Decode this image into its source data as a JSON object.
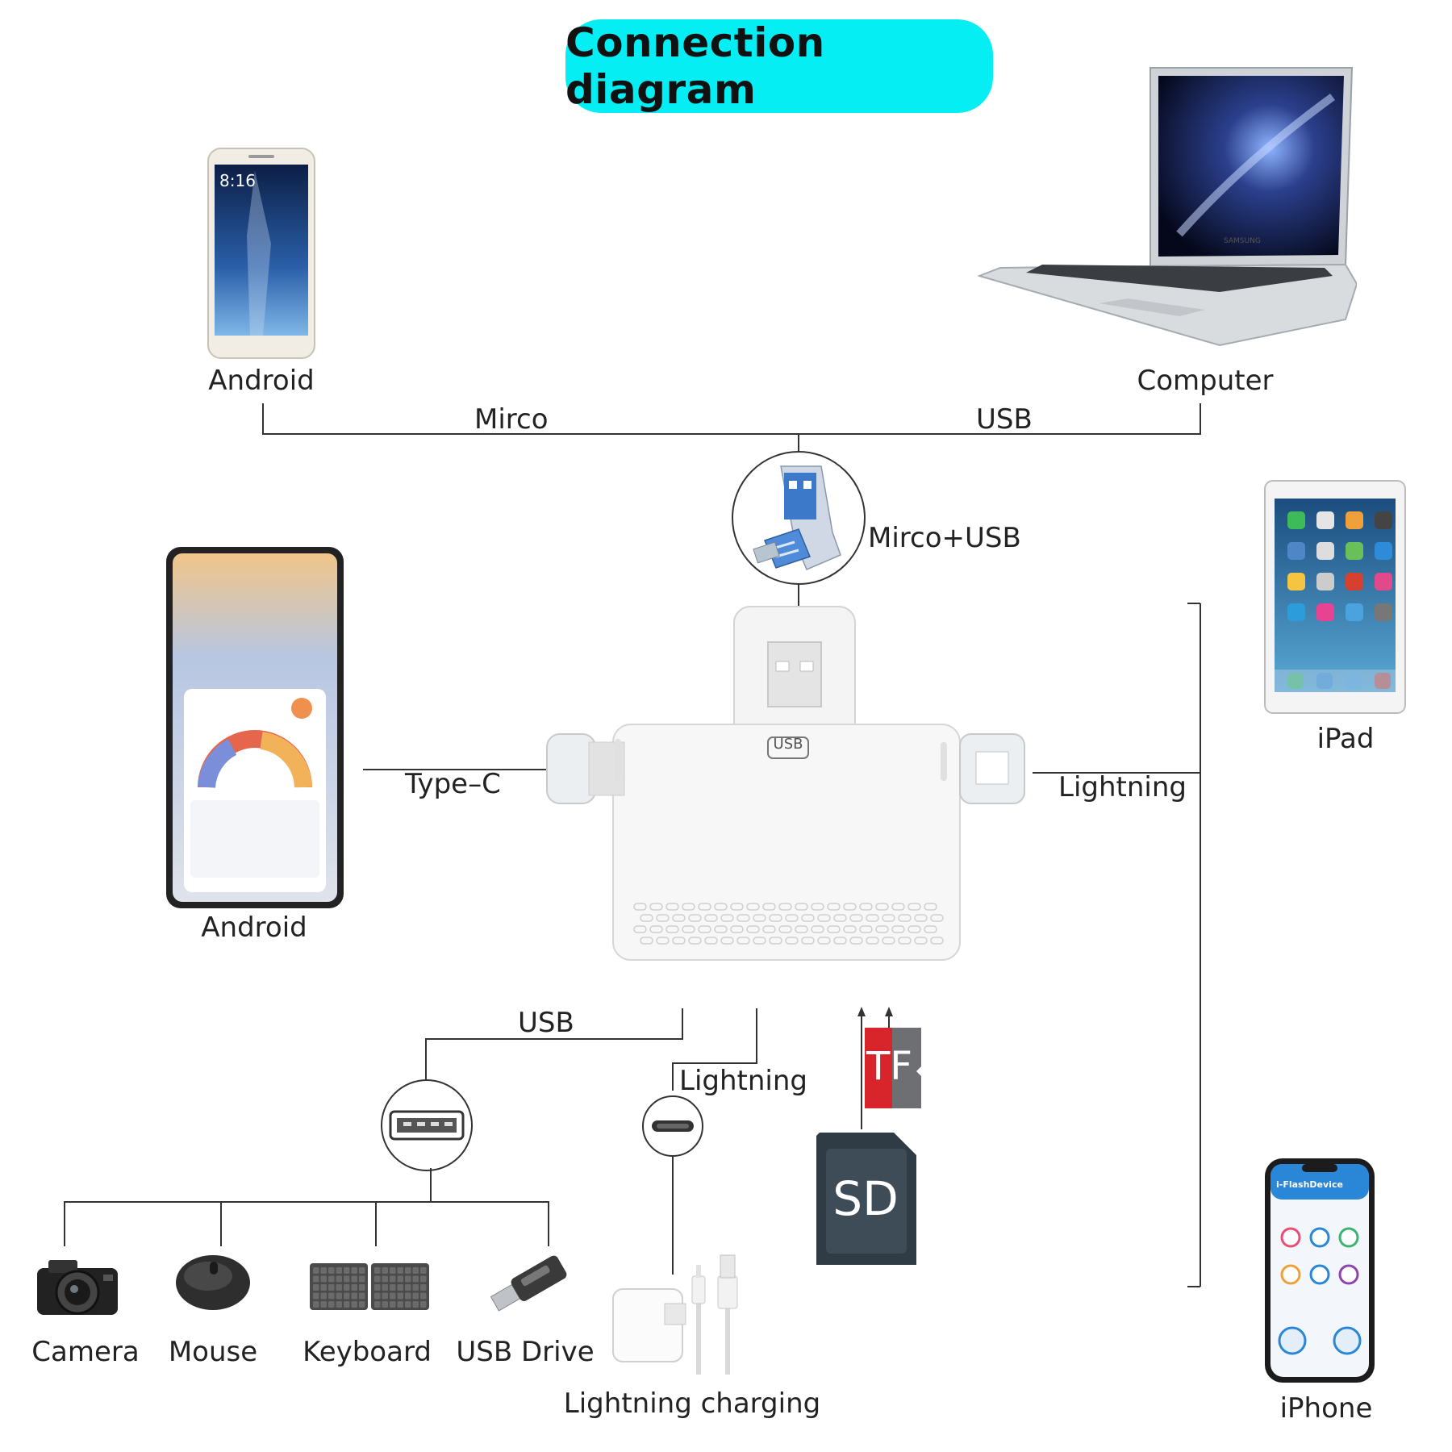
{
  "title": "Connection diagram",
  "labels": {
    "android_top": "Android",
    "computer": "Computer",
    "mirco": "Mirco",
    "usb_top": "USB",
    "mirco_usb": "Mirco+USB",
    "ipad": "iPad",
    "type_c": "Type–C",
    "android_left": "Android",
    "lightning_right": "Lightning",
    "usb_bottom": "USB",
    "lightning_bottom": "Lightning",
    "camera": "Camera",
    "mouse": "Mouse",
    "keyboard": "Keyboard",
    "usb_drive": "USB Drive",
    "lightning_charging": "Lightning charging",
    "iphone": "iPhone"
  },
  "device_text": {
    "phone_time": "8:16",
    "usb_badge": "USB",
    "tf_card": "TF",
    "sd_card": "SD",
    "iphone_app": "i-FlashDevice",
    "laptop_brand": "SAMSUNG"
  },
  "colors": {
    "title_bg": "#05eef4",
    "line": "#333333",
    "tf_red": "#d8252b",
    "sd_dark": "#2f3b45"
  }
}
